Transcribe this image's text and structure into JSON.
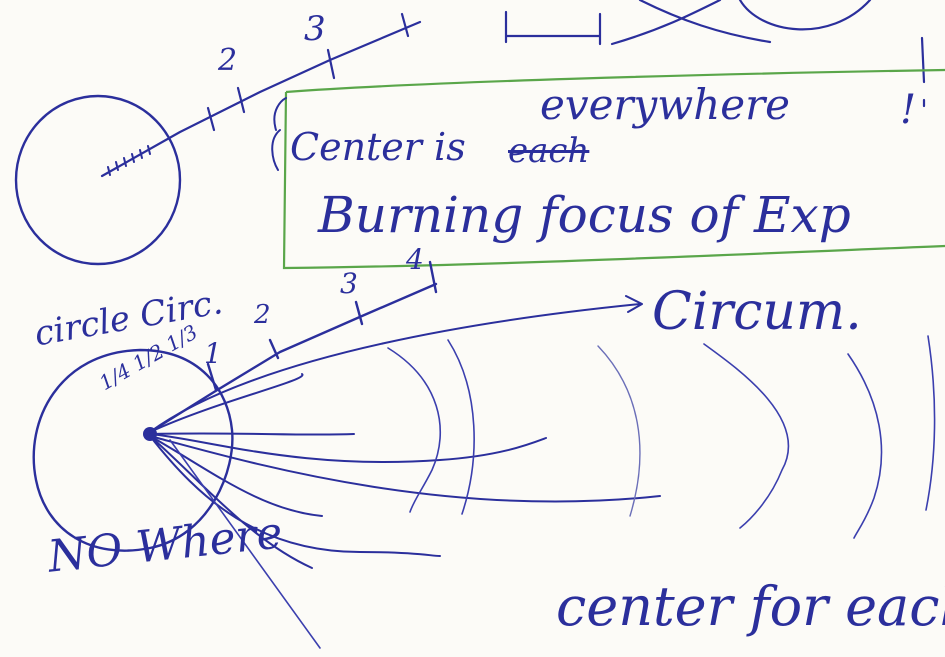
{
  "sketch": {
    "top_scale": [
      "2",
      "3"
    ],
    "box_line1_prefix": "Center is",
    "box_struck_word": "each",
    "box_inserted_word": "everywhere",
    "box_exclaim": "!",
    "box_line2": "Burning focus of Exp",
    "circle_label": "circle Circ.",
    "ray_ticks": [
      "1",
      "2",
      "3",
      "4"
    ],
    "center_fractions": "1/4 1/2 1/3",
    "circum_label": "Circum.",
    "nowhere_label": "NO Where",
    "bottom_line": "center for each"
  },
  "colors": {
    "ink": "#2b2f9c",
    "box_border": "#5aa64a",
    "paper": "#fcfbf7"
  }
}
